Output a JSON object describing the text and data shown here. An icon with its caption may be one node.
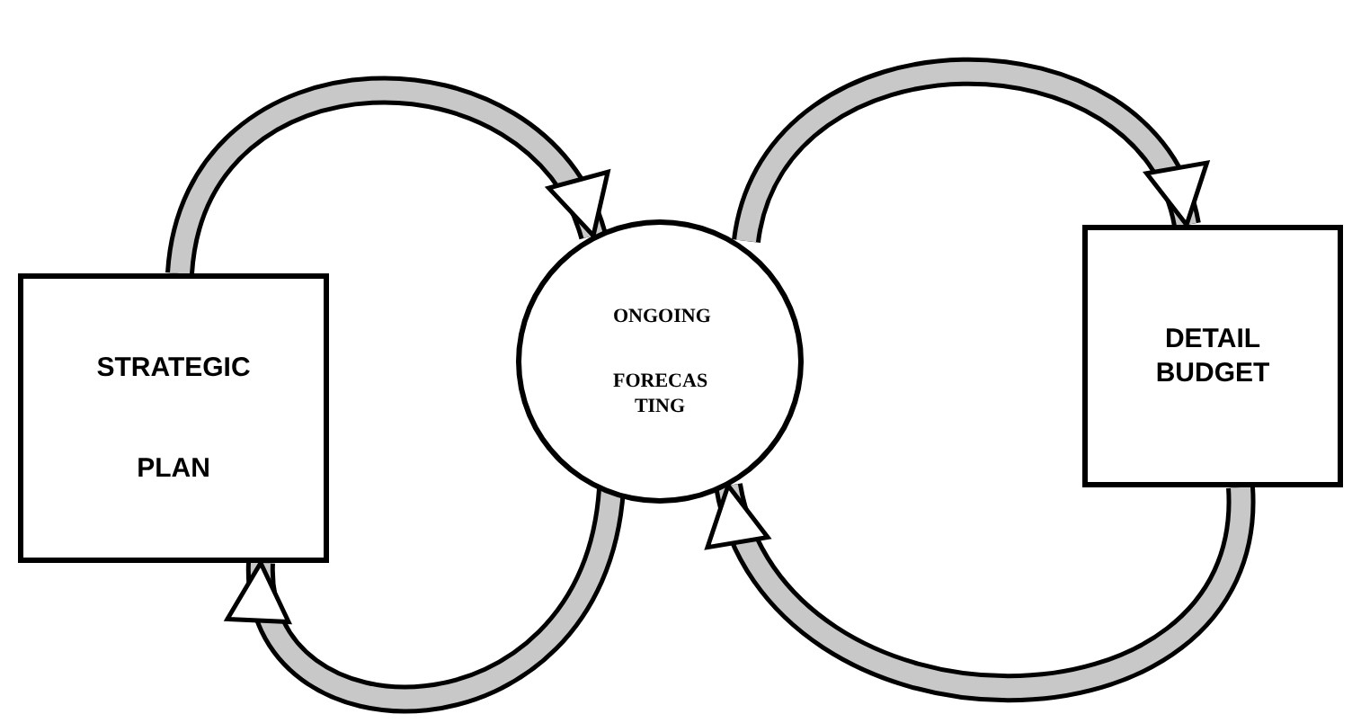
{
  "diagram": {
    "nodes": [
      {
        "text": [
          "STRATEGIC",
          "PLAN"
        ]
      },
      {
        "text": [
          "ONGOING",
          "FORECAS TING"
        ]
      },
      {
        "text": [
          "DETAIL BUDGET"
        ]
      }
    ],
    "edges": [
      {
        "from": 0,
        "to": 1,
        "arrow": "to"
      },
      {
        "from": 1,
        "to": 2,
        "arrow": "to"
      },
      {
        "from": 2,
        "to": 1,
        "arrow": "to"
      },
      {
        "from": 1,
        "to": 0,
        "arrow": "to"
      }
    ]
  }
}
